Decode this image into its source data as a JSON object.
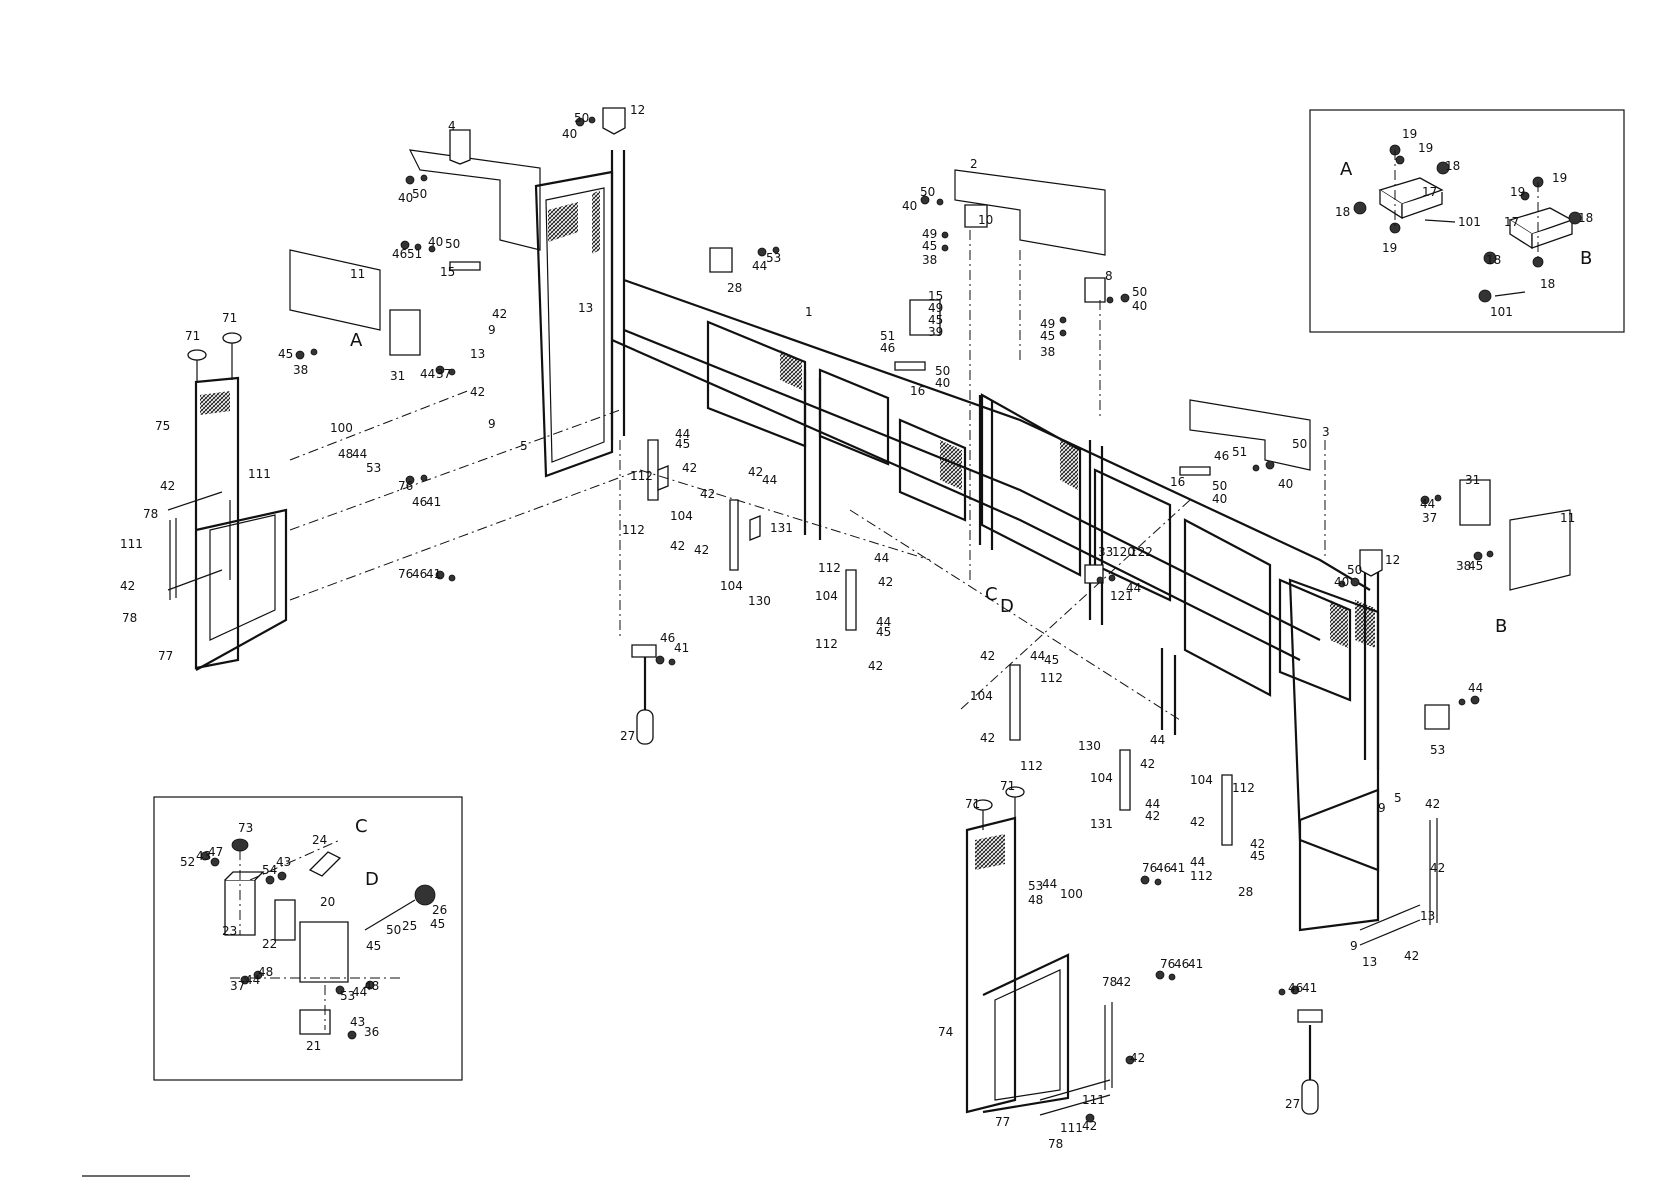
{
  "callouts": {
    "top_left_bracket": [
      "4",
      "50",
      "40",
      "15",
      "50",
      "40",
      "51",
      "46",
      "11",
      "45",
      "38",
      "A",
      "31",
      "44",
      "37"
    ],
    "top_post": [
      "12",
      "50",
      "40"
    ],
    "left_door": [
      "71",
      "71",
      "75",
      "42",
      "78",
      "111",
      "111",
      "42",
      "78",
      "77",
      "100",
      "53",
      "44",
      "48",
      "76",
      "46",
      "41",
      "76",
      "46",
      "41"
    ],
    "left_hinge_area": [
      "42",
      "13",
      "13",
      "9",
      "42",
      "9",
      "5",
      "28",
      "53",
      "44"
    ],
    "center_lower": [
      "112",
      "45",
      "44",
      "42",
      "104",
      "112",
      "42",
      "131",
      "44",
      "42",
      "42",
      "104",
      "42",
      "130",
      "112",
      "44",
      "42",
      "104",
      "112",
      "45",
      "44",
      "42",
      "27",
      "46",
      "41"
    ],
    "top_center": [
      "2",
      "40",
      "50",
      "10",
      "49",
      "45",
      "38",
      "15",
      "49",
      "45",
      "39",
      "51",
      "46",
      "50",
      "40",
      "16",
      "8",
      "50",
      "40",
      "49",
      "45",
      "38",
      "1"
    ],
    "right_upper": [
      "3",
      "50",
      "40",
      "51",
      "46",
      "50",
      "40",
      "16",
      "31",
      "44",
      "37",
      "11",
      "45",
      "38",
      "B",
      "12",
      "50",
      "40",
      "122",
      "120",
      "33",
      "44",
      "121",
      "D",
      "C"
    ],
    "right_lower": [
      "112",
      "45",
      "44",
      "42",
      "104",
      "42",
      "112",
      "130",
      "44",
      "42",
      "104",
      "131",
      "44",
      "42",
      "104",
      "42",
      "112",
      "44",
      "45",
      "42",
      "112",
      "28",
      "53",
      "44"
    ],
    "right_door": [
      "71",
      "71",
      "74",
      "100",
      "53",
      "44",
      "48",
      "76",
      "46",
      "41",
      "78",
      "42",
      "76",
      "46",
      "41",
      "42",
      "111",
      "78",
      "111",
      "42",
      "77",
      "9",
      "5",
      "42",
      "13",
      "42",
      "9",
      "13",
      "42",
      "46",
      "41",
      "27"
    ]
  },
  "inset_ab": {
    "labels": [
      "A",
      "19",
      "19",
      "18",
      "17",
      "18",
      "19",
      "101",
      "B",
      "19",
      "19",
      "18",
      "17",
      "18",
      "18",
      "101"
    ]
  },
  "inset_cd": {
    "labels": [
      "C",
      "73",
      "52",
      "43",
      "47",
      "54",
      "43",
      "24",
      "D",
      "20",
      "23",
      "22",
      "26",
      "45",
      "25",
      "50",
      "45",
      "48",
      "44",
      "37",
      "53",
      "44",
      "48",
      "21",
      "43",
      "36"
    ]
  },
  "colors": {
    "ink": "#111111",
    "paper": "#ffffff"
  }
}
